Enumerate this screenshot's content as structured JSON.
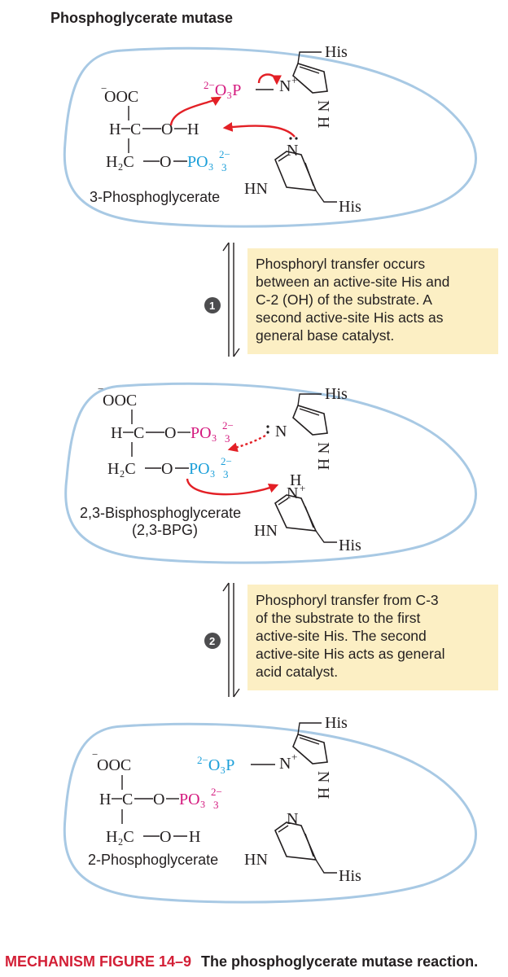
{
  "figure": {
    "title": "Phosphoglycerate mutase",
    "caption_label": "MECHANISM FIGURE 14–9",
    "caption_text": "The phosphoglycerate mutase reaction."
  },
  "panel1": {
    "his_top": "His",
    "his_bottom": "His",
    "carboxylate": "OOC",
    "phosphoryl_group": "O₃P",
    "h_c_left": "H",
    "c": "C",
    "o": "O",
    "h_right": "H",
    "h2c": "H₂C",
    "po3": "PO₃",
    "compound_name": "3-Phosphoglycerate",
    "hn": "HN",
    "n": "N",
    "nh_h": "H"
  },
  "step1": {
    "number": "1",
    "note": [
      "Phosphoryl transfer occurs",
      "between an active-site His and",
      "C-2 (OH) of the substrate. A",
      "second active-site His acts as",
      "general base catalyst."
    ]
  },
  "panel2": {
    "his_top": "His",
    "his_bottom": "His",
    "carboxylate": "OOC",
    "h_c_left": "H",
    "c": "C",
    "o": "O",
    "po3": "PO₃",
    "h2c": "H₂C",
    "compound_name_line1": "2,3-Bisphosphoglycerate",
    "compound_name_line2": "(2,3-BPG)",
    "hn": "HN",
    "n": "N",
    "h": "H"
  },
  "step2": {
    "number": "2",
    "note": [
      "Phosphoryl transfer from C-3",
      "of the substrate to the first",
      "active-site His. The second",
      "active-site His acts as general",
      "acid catalyst."
    ]
  },
  "panel3": {
    "his_top": "His",
    "his_bottom": "His",
    "carboxylate": "OOC",
    "phosphoryl_group": "O₃P",
    "h_c_left": "H",
    "c": "C",
    "o": "O",
    "po3": "PO₃",
    "h2c": "H₂C",
    "h_right": "H",
    "compound_name": "2-Phosphoglycerate",
    "hn": "HN",
    "n": "N",
    "h": "H"
  },
  "colors": {
    "phosphoryl_magenta": "#d4197e",
    "phosphoryl_cyan": "#1b9fd9",
    "arrow_red": "#e32026",
    "enzyme_outline": "#a8c9e4",
    "note_background": "#fcefc4",
    "caption_red": "#d31f36"
  }
}
